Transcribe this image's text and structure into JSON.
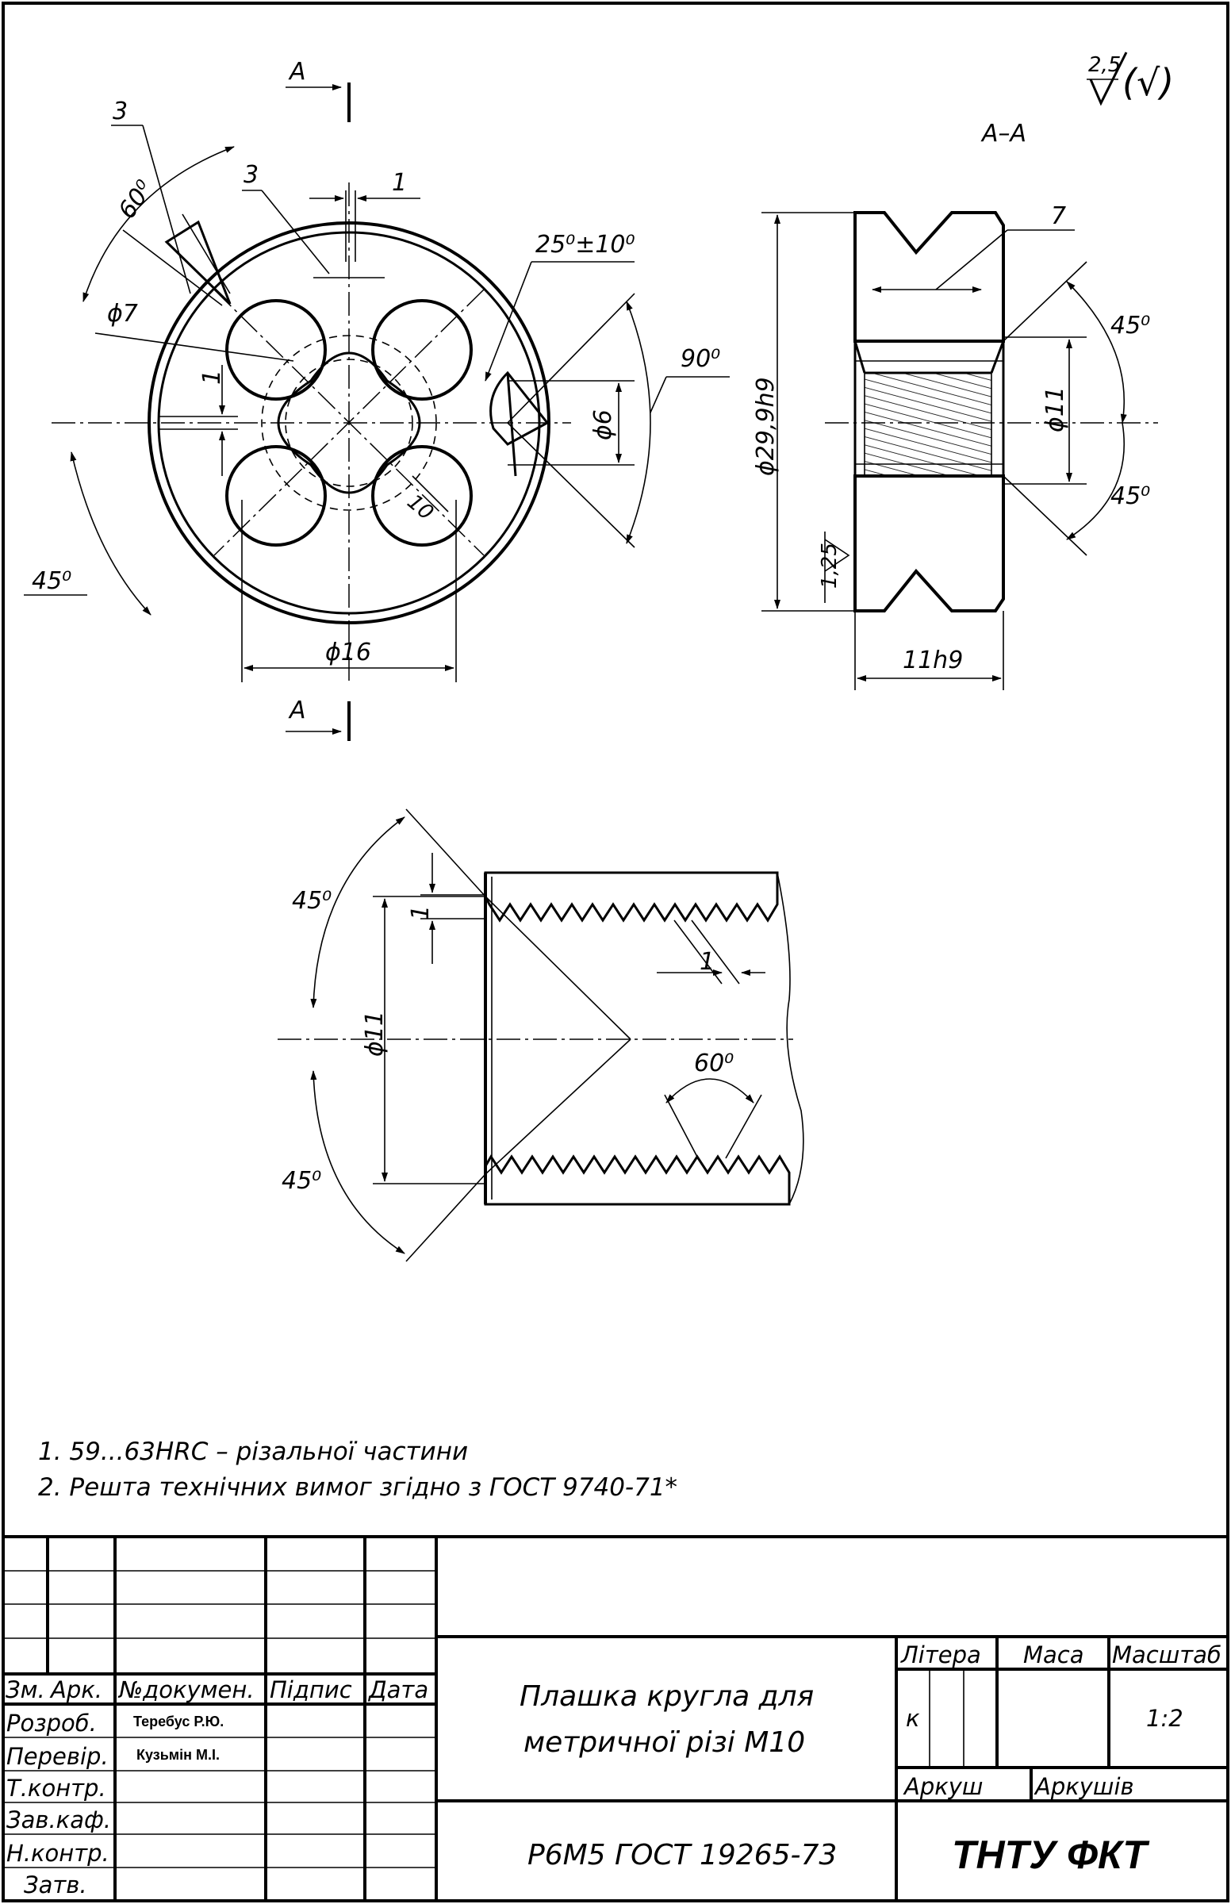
{
  "drawing": {
    "roughness_symbol": {
      "value": "2,5",
      "extra": "(√)"
    },
    "section_label": "А–А",
    "cut_label": "А",
    "front_view": {
      "dims": {
        "slot3_top": "3",
        "angle60": "60⁰",
        "slot3": "3",
        "slot1": "1",
        "angle25": "25⁰±10⁰",
        "d7": "ϕ7",
        "dim1": "1",
        "angle90": "90⁰",
        "d6": "ϕ6",
        "r10": "10",
        "angle45": "45⁰",
        "d16": "ϕ16"
      }
    },
    "section_view": {
      "dims": {
        "d299": "ϕ29,9h9",
        "ch7": "7",
        "angle45_top": "45⁰",
        "d11": "ϕ11",
        "angle45_bot": "45⁰",
        "rough125": "1,25",
        "w11": "11h9"
      }
    },
    "thread_view": {
      "dims": {
        "angle45_top": "45⁰",
        "dim1": "1",
        "d11": "ϕ11",
        "pitch1": "1",
        "angle60": "60⁰",
        "angle45_bot": "45⁰"
      }
    }
  },
  "notes": [
    "1. 59...63HRC – різальної частини",
    "2. Решта технічних вимог згідно з ГОСТ 9740-71*"
  ],
  "title_block": {
    "headers": {
      "zm": "Зм.",
      "ark": "Арк.",
      "doc": "№докумен.",
      "sign": "Підпис",
      "date": "Дата"
    },
    "roles": [
      {
        "role": "Розроб.",
        "name": "Теребус Р.Ю."
      },
      {
        "role": "Перевір.",
        "name": "Кузьмін М.І."
      },
      {
        "role": "Т.контр.",
        "name": ""
      },
      {
        "role": "Зав.каф.",
        "name": ""
      },
      {
        "role": "Н.контр.",
        "name": ""
      },
      {
        "role": "Затв.",
        "name": ""
      }
    ],
    "title_line1": "Плашка кругла для",
    "title_line2": "метричної різі М10",
    "material": "Р6М5 ГОСТ 19265-73",
    "litera_header": "Літера",
    "mass_header": "Маса",
    "scale_header": "Масштаб",
    "litera_value": "к",
    "scale_value": "1:2",
    "sheet_label": "Аркуш",
    "sheets_label": "Аркушів",
    "organization": "ТНТУ ФКТ"
  }
}
